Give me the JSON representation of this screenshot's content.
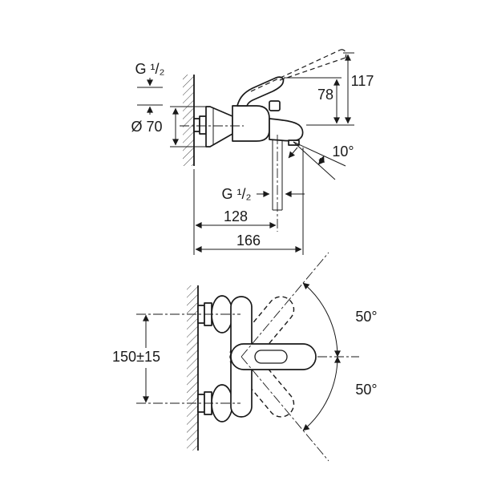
{
  "page": {
    "background": "#ffffff",
    "line_color": "#1a1a1a"
  },
  "side_view": {
    "inlet_thread_label": "G ¹/₂",
    "escutcheon_diameter_label": "Ø 70",
    "total_height_label": "117",
    "spout_height_label": "78",
    "spout_angle_label": "10°",
    "shower_outlet_thread_label": "G ¹/₂",
    "wall_to_outlet_label": "128",
    "wall_to_spout_tip_label": "166"
  },
  "front_view": {
    "connection_spacing_label": "150±15",
    "lever_swing_up_label": "50°",
    "lever_swing_down_label": "50°"
  }
}
